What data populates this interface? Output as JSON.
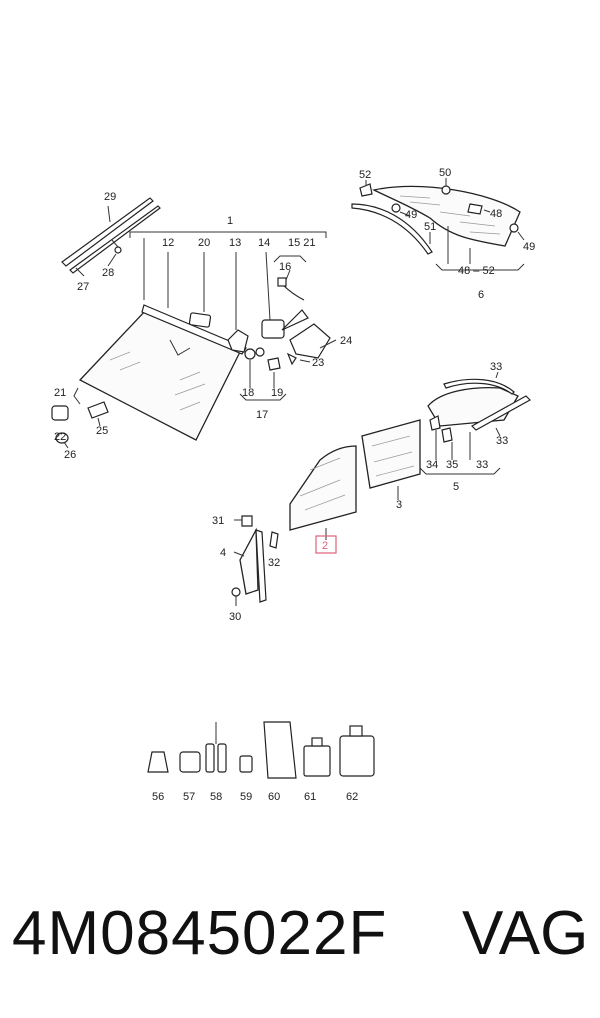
{
  "diagram": {
    "labels": {
      "l1": "1",
      "l2": "2",
      "l3": "3",
      "l4": "4",
      "l5": "5",
      "l6": "6",
      "l12": "12",
      "l13": "13",
      "l14": "14",
      "l15_21": "15 21",
      "l16": "16",
      "l17": "17",
      "l18": "18",
      "l19": "19",
      "l20": "20",
      "l21": "21",
      "l22": "22",
      "l23": "23",
      "l24": "24",
      "l25": "25",
      "l26": "26",
      "l27": "27",
      "l28": "28",
      "l29": "29",
      "l30": "30",
      "l31": "31",
      "l32": "32",
      "l33a": "33",
      "l33b": "33",
      "l33c": "33",
      "l34": "34",
      "l35": "35",
      "l48": "48",
      "l48_52": "48 – 52",
      "l49a": "49",
      "l49b": "49",
      "l50": "50",
      "l51": "51",
      "l52": "52",
      "l56": "56",
      "l57": "57",
      "l58": "58",
      "l59": "59",
      "l60": "60",
      "l61": "61",
      "l62": "62"
    },
    "highlight_color": "#e0607a"
  },
  "footer": {
    "part_number": "4M0845022F",
    "brand": "VAG"
  }
}
